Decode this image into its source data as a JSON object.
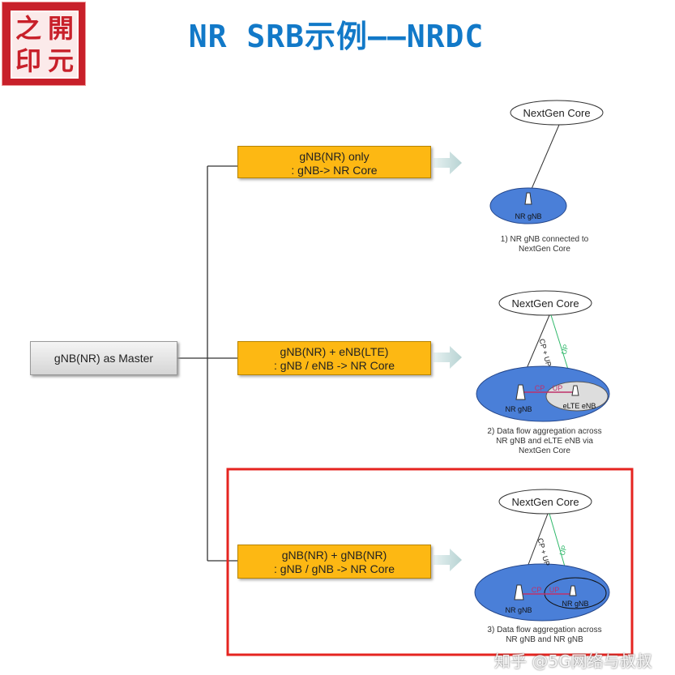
{
  "title": "NR SRB示例——NRDC",
  "logo": {
    "chars": [
      "之",
      "開",
      "印",
      "元"
    ]
  },
  "master": "gNB(NR) as Master",
  "options": [
    {
      "line1": "gNB(NR) only",
      "line2": ": gNB-> NR Core"
    },
    {
      "line1": "gNB(NR) + eNB(LTE)",
      "line2": ": gNB / eNB -> NR Core"
    },
    {
      "line1": "gNB(NR) + gNB(NR)",
      "line2": ": gNB / gNB -> NR Core"
    }
  ],
  "diagrams": [
    {
      "core": "NextGen Core",
      "node1": "NR gNB",
      "caption": [
        "1) NR gNB connected to",
        "NextGen Core"
      ]
    },
    {
      "core": "NextGen Core",
      "node1": "NR gNB",
      "node2": "eLTE eNB",
      "cp_up": "CP + UP",
      "up": "UP",
      "x2_cp": "CP",
      "x2_up": "UP",
      "caption": [
        "2) Data flow aggregation across",
        "NR gNB and eLTE eNB via",
        "NextGen Core"
      ]
    },
    {
      "core": "NextGen Core",
      "node1": "NR gNB",
      "node2": "NR gNB",
      "cp_up": "CP + UP",
      "up": "UP",
      "x2_cp": "CP",
      "x2_up": "UP",
      "caption": [
        "3) Data flow aggregation across",
        "NR gNB and NR gNB"
      ]
    }
  ],
  "watermark": "知乎 @5G网络与叔叔",
  "colors": {
    "title": "#1279c8",
    "box": "#fdb813",
    "highlight": "#e52420",
    "cell": "#4a7fd8"
  }
}
